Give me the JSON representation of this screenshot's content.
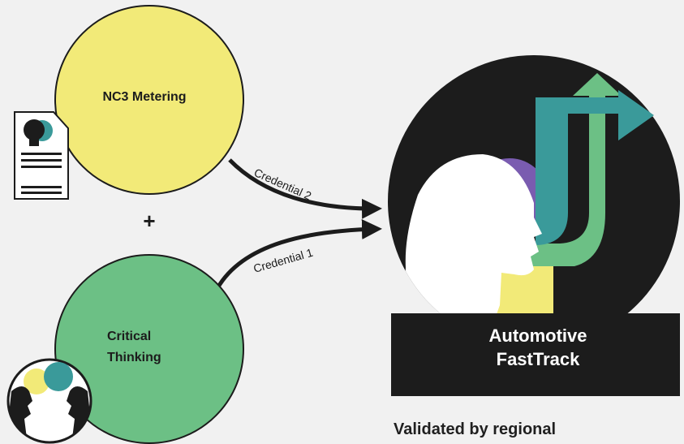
{
  "diagram": {
    "nodes": {
      "nc3": {
        "label": "NC3 Metering"
      },
      "critical": {
        "line1": "Critical",
        "line2": "Thinking"
      },
      "automotive": {
        "line1": "Automotive",
        "line2": "FastTrack"
      }
    },
    "edges": {
      "credential2": {
        "label": "Credential 2"
      },
      "credential1": {
        "label": "Credential 1"
      }
    },
    "plus_symbol": "+",
    "footer": "Validated by regional"
  },
  "colors": {
    "background": "#f1f1f1",
    "nc3_fill": "#f2ea78",
    "critical_fill": "#6cc085",
    "dark": "#1c1c1c",
    "teal": "#3a9a9a",
    "green": "#6cc085",
    "purple": "#7a5cb0",
    "yellow": "#f2ea78"
  }
}
